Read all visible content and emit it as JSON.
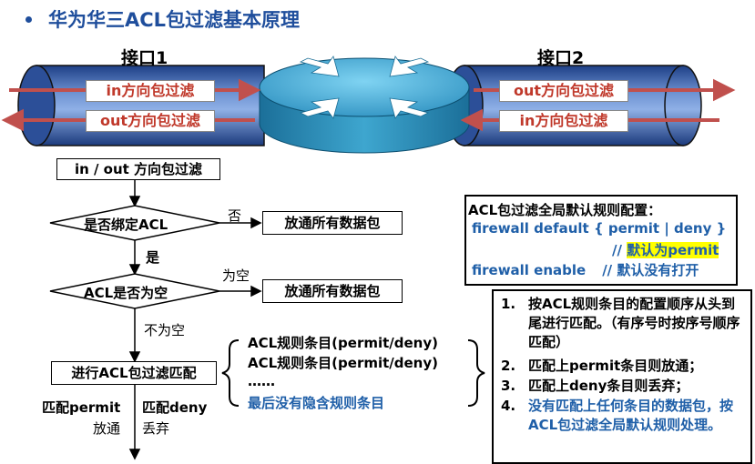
{
  "title": "华为华三ACL包过滤基本原理",
  "interfaces": {
    "left": "接口1",
    "right": "接口2"
  },
  "filters": {
    "left_in": "in方向包过滤",
    "left_out": "out方向包过滤",
    "right_out": "out方向包过滤",
    "right_in": "in方向包过滤"
  },
  "flow": {
    "start": "in / out 方向包过滤",
    "decision1": "是否绑定ACL",
    "decision1_no": "否",
    "decision1_yes": "是",
    "pass_all_1": "放通所有数据包",
    "decision2": "ACL是否为空",
    "decision2_empty": "为空",
    "decision2_not_empty": "不为空",
    "pass_all_2": "放通所有数据包",
    "process": "进行ACL包过滤匹配",
    "match_permit": "匹配permit",
    "match_deny": "匹配deny",
    "result_permit": "放通",
    "result_deny": "丢弃"
  },
  "rules": [
    "ACL规则条目(permit/deny)",
    "ACL规则条目(permit/deny)",
    "……",
    "最后没有隐含规则条目"
  ],
  "config": {
    "heading": "ACL包过滤全局默认规则配置：",
    "line1": "firewall default  { permit | deny }",
    "line2_prefix": "//",
    "line2_highlight": "默认为permit",
    "line3_cmd": "firewall enable",
    "line3_comment": "// 默认没有打开"
  },
  "steps": [
    {
      "num": "1.",
      "text": "按ACL规则条目的配置顺序从头到尾进行匹配。（有序号时按序号顺序匹配）"
    },
    {
      "num": "2.",
      "text": "匹配上permit条目则放通；"
    },
    {
      "num": "3.",
      "text": "匹配上deny条目则丢弃；"
    },
    {
      "num": "4.",
      "text": "没有匹配上任何条目的数据包，按ACL包过滤全局默认规则处理。"
    }
  ],
  "colors": {
    "title": "#1f4e9c",
    "pipe": "#3a5fa8",
    "arrow": "#c0504d",
    "blue_text": "#1f5fa8",
    "highlight": "#ffff00"
  }
}
